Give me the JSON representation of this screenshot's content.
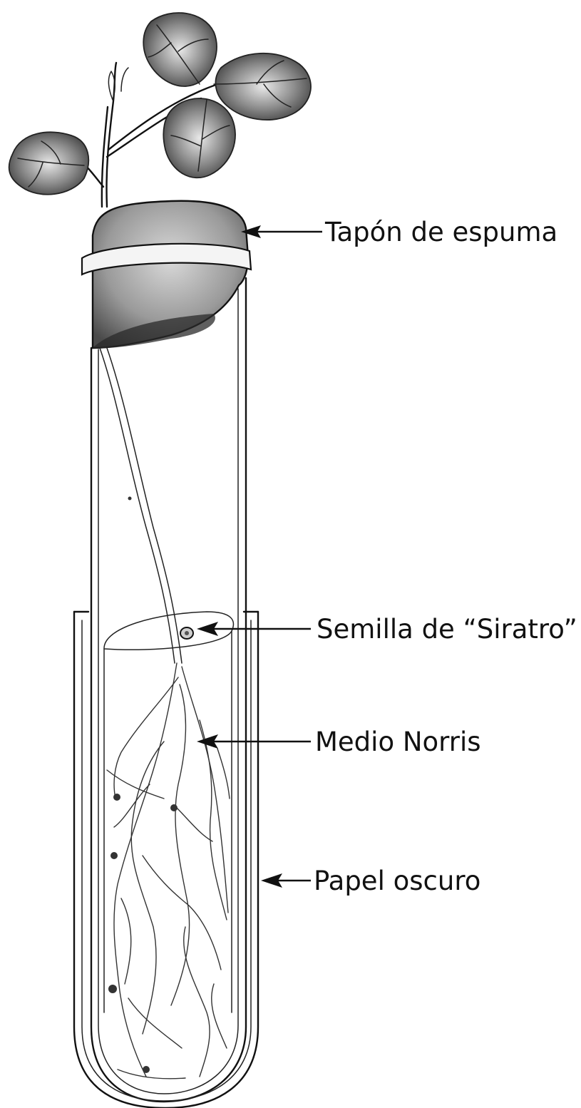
{
  "labels": {
    "stopper": "Tapón de espuma",
    "seed": "Semilla de “Siratro”",
    "medium": "Medio Norris",
    "paper": "Papel oscuro"
  }
}
